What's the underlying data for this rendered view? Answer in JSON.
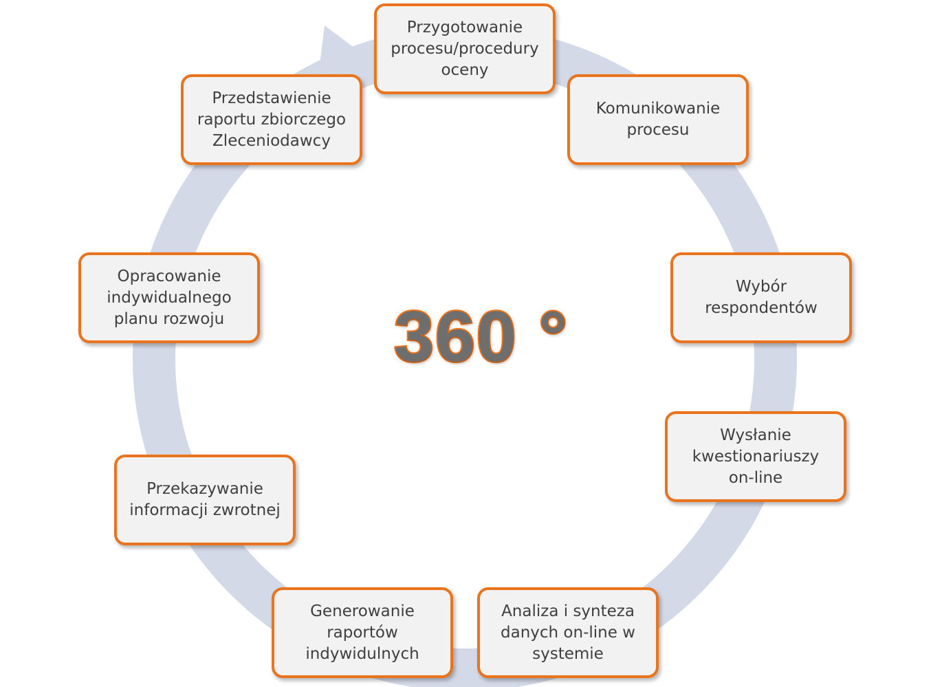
{
  "diagram": {
    "type": "cycle",
    "center_label": "360 °",
    "colors": {
      "ring": "#d3d9e7",
      "box_border": "#e9741d",
      "box_fill": "#f2f2f2",
      "text": "#3f3f3f"
    },
    "steps": [
      {
        "label": "Przygotowanie\nprocesu/procedury\noceny"
      },
      {
        "label": "Komunikowanie\nprocesu"
      },
      {
        "label": "Wybór\nrespondentów"
      },
      {
        "label": "Wysłanie\nkwestionariuszy\non-line"
      },
      {
        "label": "Analiza i synteza\ndanych on-line w\nsystemie"
      },
      {
        "label": "Generowanie\nraportów\nindywidulnych"
      },
      {
        "label": "Przekazywanie\ninformacji zwrotnej"
      },
      {
        "label": "Opracowanie\nindywidualnego\nplanu rozwoju"
      },
      {
        "label": "Przedstawienie\nraportu zbiorczego\nZleceniodawcy"
      }
    ]
  }
}
